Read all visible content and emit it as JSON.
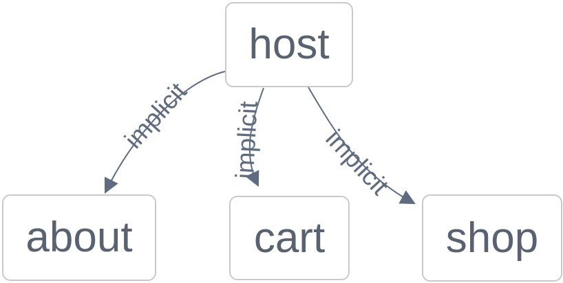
{
  "diagram": {
    "type": "flowchart",
    "direction": "top-down",
    "colors": {
      "background": "#ffffff",
      "node_fill": "#ffffff",
      "node_border": "#c8c9cb",
      "node_text": "#596270",
      "edge_stroke": "#5f6b7f",
      "edge_label_text": "#5f6b7f"
    },
    "nodes": [
      {
        "id": "host",
        "label": "host"
      },
      {
        "id": "about",
        "label": "about"
      },
      {
        "id": "cart",
        "label": "cart"
      },
      {
        "id": "shop",
        "label": "shop"
      }
    ],
    "edges": [
      {
        "from": "host",
        "to": "about",
        "label": "implicit"
      },
      {
        "from": "host",
        "to": "cart",
        "label": "implicit"
      },
      {
        "from": "host",
        "to": "shop",
        "label": "implicit"
      }
    ]
  }
}
